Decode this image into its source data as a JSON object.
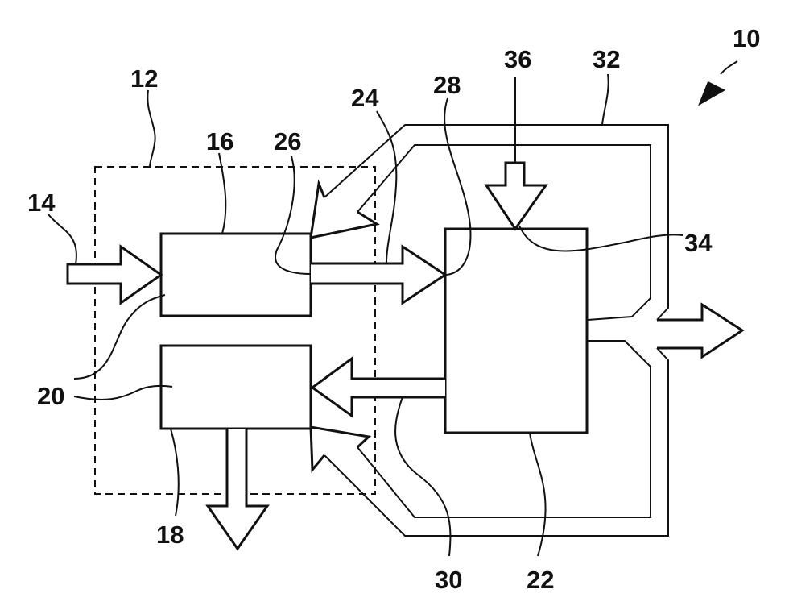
{
  "figure": {
    "reference_numerals": {
      "system": "10",
      "dashed_unit": "12",
      "input_arrow": "14",
      "upper_block": "16",
      "lower_block": "18",
      "blocks_group": "20",
      "main_block": "22",
      "arrow_16_to_22": "24",
      "upper_block_output": "26",
      "main_block_input": "28",
      "arrow_22_to_18": "30",
      "return_loop": "32",
      "main_block_top_input": "34",
      "top_input_arrow": "36"
    }
  }
}
